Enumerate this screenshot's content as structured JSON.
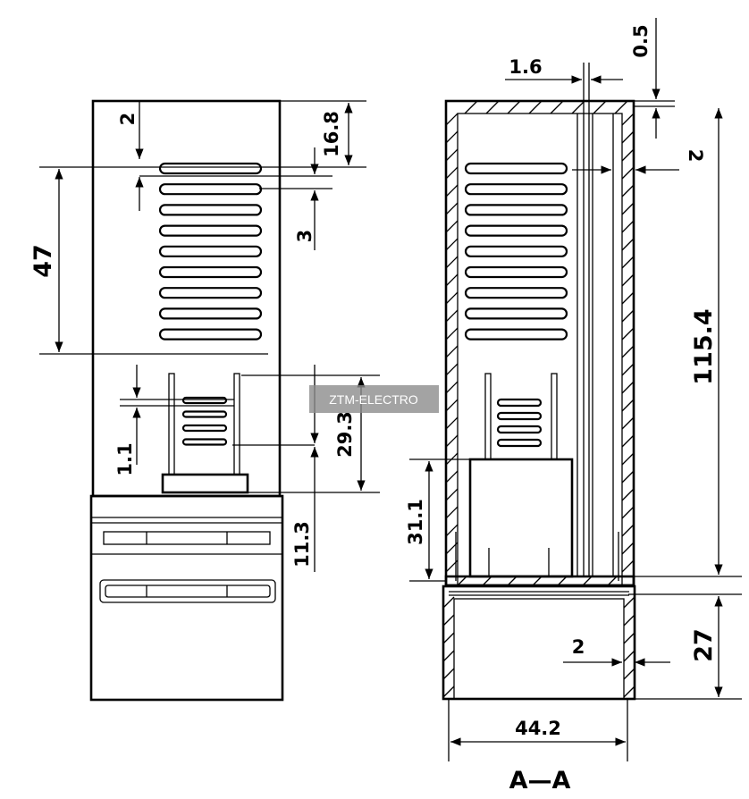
{
  "dimensions": {
    "top_gap": "2",
    "top_offset": "16.8",
    "slot_pitch": "3",
    "slot_span": "47",
    "pin_gap": "1.1",
    "pin_length": "29.3",
    "base_height": "11.3",
    "wall": "1.6",
    "lid_gap": "0.5",
    "right_gap": "2",
    "body_height": "115.4",
    "module_height": "31.1",
    "bottom_gap": "2",
    "base_block": "27",
    "width": "44.2"
  },
  "section_label": "A—A",
  "watermark": "ZTM-ELECTRO"
}
